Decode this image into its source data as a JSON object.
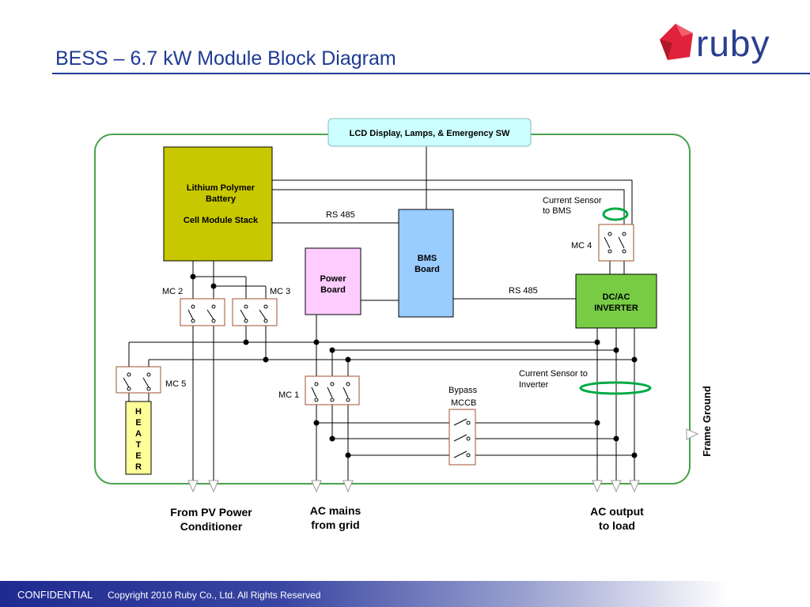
{
  "header": {
    "title": "BESS – 6.7 kW Module Block Diagram",
    "logo_text": "ruby"
  },
  "colors": {
    "title": "#1f3a93",
    "enclosure": "#4aa24a",
    "battery": "#c8c800",
    "bms": "#99ccff",
    "power_board": "#ffccff",
    "inverter": "#77cc44",
    "heater": "#ffff99",
    "lcd": "#ccffff",
    "sensor_ring": "#00aa44",
    "logo_red": "#e0233a"
  },
  "diagram": {
    "lcd": "LCD Display, Lamps, & Emergency SW",
    "battery": {
      "line1": "Lithium Polymer",
      "line2": "Battery",
      "line3": "Cell Module Stack"
    },
    "bms": {
      "line1": "BMS",
      "line2": "Board"
    },
    "power_board": {
      "line1": "Power",
      "line2": "Board"
    },
    "inverter": {
      "line1": "DC/AC",
      "line2": "INVERTER"
    },
    "heater": [
      "H",
      "E",
      "A",
      "T",
      "E",
      "R"
    ],
    "rs485_top": "RS 485",
    "rs485_right": "RS 485",
    "current_sensor_bms": {
      "line1": "Current Sensor",
      "line2": "to BMS"
    },
    "current_sensor_inv": {
      "line1": "Current Sensor to",
      "line2": "Inverter"
    },
    "mc1": "MC 1",
    "mc2": "MC 2",
    "mc3": "MC 3",
    "mc4": "MC 4",
    "mc5": "MC 5",
    "bypass": {
      "line1": "Bypass",
      "line2": "MCCB"
    },
    "frame_ground": "Frame Ground",
    "pv": {
      "line1": "From PV Power",
      "line2": "Conditioner"
    },
    "ac_mains": {
      "line1": "AC mains",
      "line2": "from grid"
    },
    "ac_output": {
      "line1": "AC output",
      "line2": "to load"
    }
  },
  "footer": {
    "confidential": "CONFIDENTIAL",
    "copyright": "Copyright 2010 Ruby Co., Ltd. All Rights Reserved"
  }
}
